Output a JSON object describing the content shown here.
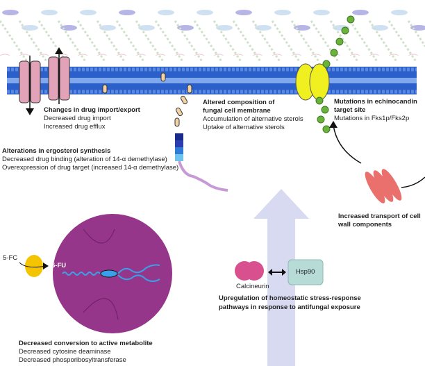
{
  "labels": {
    "import_export": {
      "title": "Changes in drug import/export",
      "lines": [
        "Decreased drug import",
        "Increased drug efflux"
      ]
    },
    "ergosterol": {
      "title": "Alterations in ergosterol synthesis",
      "lines": [
        "Decreased drug binding (alteration of 14-α demethylase)",
        "Overexpression of drug target (increased 14-α demethylase)"
      ]
    },
    "membrane": {
      "title_1": "Altered composition of",
      "title_2": "fungal cell membrane",
      "lines": [
        "Accumulation of alternative sterols",
        "Uptake of alternative sterols"
      ]
    },
    "echinocandin": {
      "title_1": "Mutations in echinocandin",
      "title_2": "target site",
      "lines": [
        "Mutations in Fks1p/Fks2p"
      ]
    },
    "cell_wall": {
      "title_1": "Increased transport of cell",
      "title_2": "wall components"
    },
    "stress": {
      "calcineurin": "Calcineurin",
      "hsp90": "Hsp90",
      "title_1": "Upregulation of homeostatic stress-response",
      "title_2": "pathways in response to antifungal exposure"
    },
    "metabolite": {
      "prodrug": "5-FC",
      "active": "5-FU",
      "title": "Decreased conversion to active metabolite",
      "lines": [
        "Decreased cytosine deaminase",
        "Decreased phosporibosyltransferase"
      ]
    }
  },
  "colors": {
    "membrane": "#2b5fc9",
    "nucleus": "#96368a",
    "arrow": "#d8daf2",
    "calcineurin": "#d9508f",
    "hsp90": "#b7dcd8",
    "enzyme": "#f5c400",
    "glucan_synthase": "#f0f020",
    "echinocandin": "#6ab23c"
  }
}
